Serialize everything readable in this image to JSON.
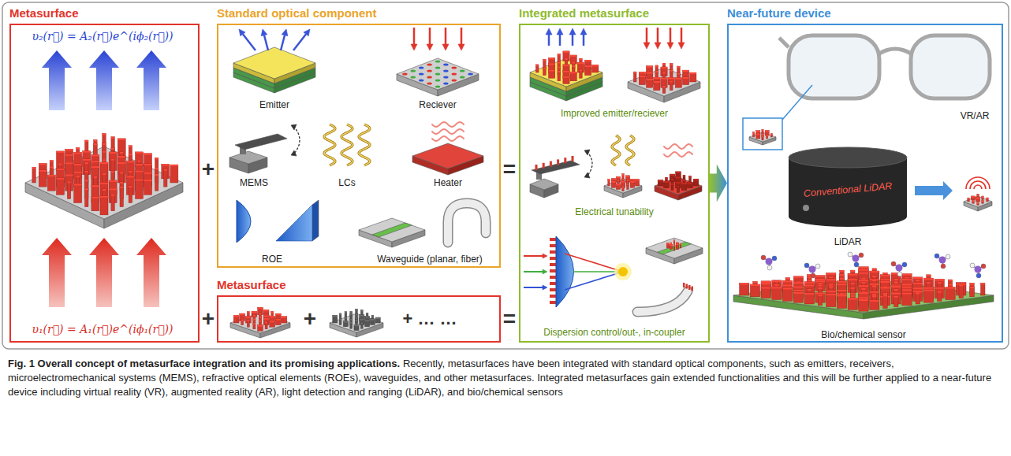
{
  "diagram": {
    "title": "Fig. 1 Overall concept of metasurface integration and its promising applications.",
    "caption": "Recently, metasurfaces have been integrated with standard optical components, such as emitters, receivers, microelectromechanical systems (MEMS), refractive optical elements (ROEs), waveguides, and other metasurfaces. Integrated metasurfaces gain extended functionalities and this will be further applied to a near-future device including virtual reality (VR), augmented reality (AR), light detection and ranging (LiDAR), and bio/chemical sensors",
    "nodes": [
      {
        "text": [
          "Metasurface"
        ]
      },
      {
        "text": [
          "Standard optical component"
        ]
      },
      {
        "text": [
          "Metasurface"
        ]
      },
      {
        "text": [
          "Integrated metasurface"
        ]
      },
      {
        "text": [
          "Near-future device"
        ]
      }
    ],
    "edges": [
      {
        "from": 3,
        "to": 4,
        "arrow": "to"
      }
    ],
    "labels": [
      "υ₂(r⃗) = A₂(r⃗)e^(iϕ₂(r⃗))",
      "+",
      "Emitter",
      "Reciever",
      "MEMS",
      "LCs",
      "Heater",
      "ROE",
      "Waveguide (planar, fiber)",
      "=",
      "Improved emitter/reciever",
      "Electrical tunability",
      "Dispersion control/out-, in-coupler",
      "VR/AR",
      "Conventional LiDAR",
      "LiDAR",
      "Bio/chemical sensor",
      "υ₁(r⃗) = A₁(r⃗)e^(iϕ₁(r⃗))",
      "+",
      "+",
      "+ … …",
      "="
    ]
  }
}
